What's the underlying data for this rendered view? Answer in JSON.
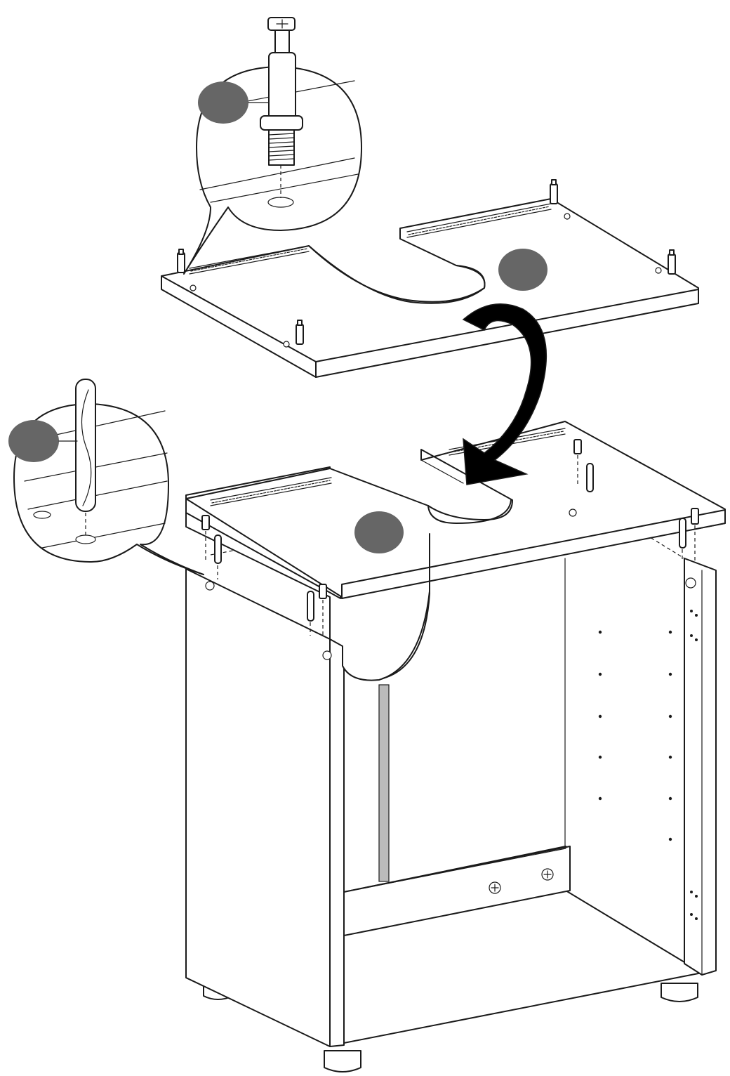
{
  "figure": {
    "kind": "assembly-instruction",
    "palette": {
      "line": "#1a1a1a",
      "badge": "#666666",
      "background": "#ffffff",
      "slot": "#bbbbbb"
    },
    "parts": [
      {
        "id": "cam-bolt",
        "icon": "cam-bolt-icon"
      },
      {
        "id": "wooden-dowel",
        "icon": "dowel-icon"
      },
      {
        "id": "top-panel",
        "icon": "top-panel-icon"
      },
      {
        "id": "cabinet-carcass",
        "icon": "cabinet-icon"
      }
    ],
    "badges": [
      "callout-badge-cam-bolt",
      "callout-badge-dowel",
      "callout-badge-top-panel",
      "callout-badge-cabinet"
    ],
    "action": "flip-and-place"
  }
}
